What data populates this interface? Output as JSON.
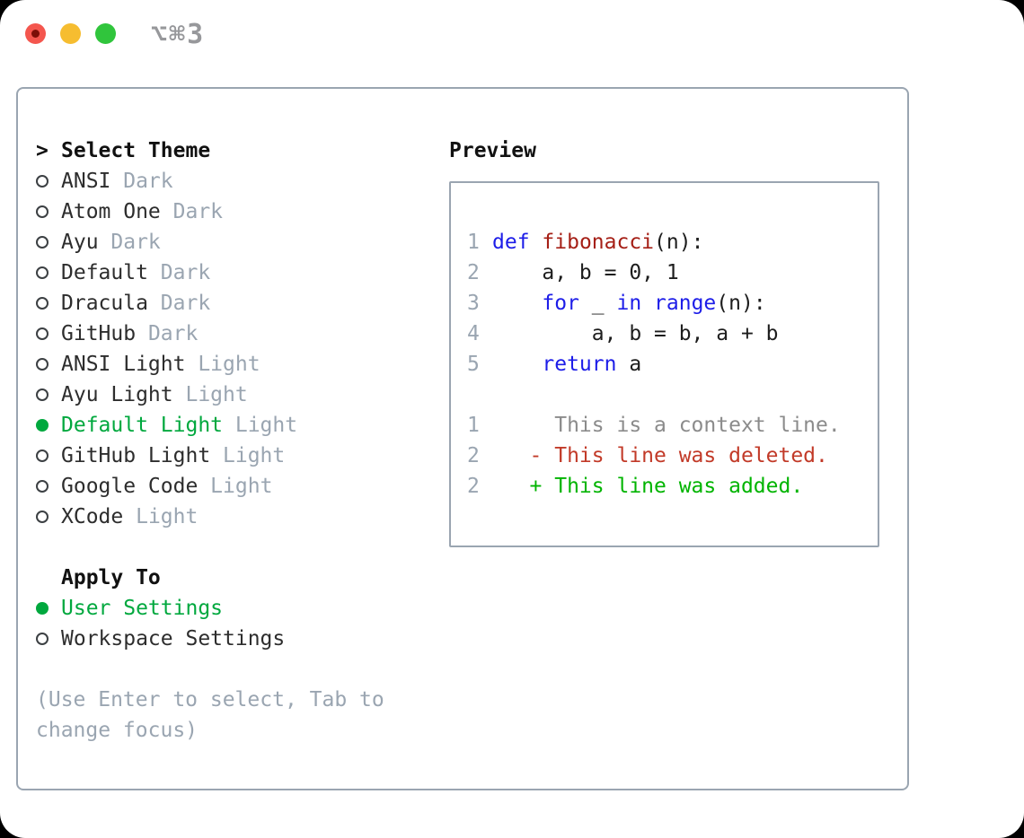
{
  "window": {
    "title": "⌥⌘3"
  },
  "theme_panel": {
    "prompt": ">",
    "title": "Select Theme",
    "items": [
      {
        "name": "ANSI",
        "variant": "Dark",
        "selected": false
      },
      {
        "name": "Atom One",
        "variant": "Dark",
        "selected": false
      },
      {
        "name": "Ayu",
        "variant": "Dark",
        "selected": false
      },
      {
        "name": "Default",
        "variant": "Dark",
        "selected": false
      },
      {
        "name": "Dracula",
        "variant": "Dark",
        "selected": false
      },
      {
        "name": "GitHub",
        "variant": "Dark",
        "selected": false
      },
      {
        "name": "ANSI Light",
        "variant": "Light",
        "selected": false
      },
      {
        "name": "Ayu Light",
        "variant": "Light",
        "selected": false
      },
      {
        "name": "Default Light",
        "variant": "Light",
        "selected": true
      },
      {
        "name": "GitHub Light",
        "variant": "Light",
        "selected": false
      },
      {
        "name": "Google Code",
        "variant": "Light",
        "selected": false
      },
      {
        "name": "XCode",
        "variant": "Light",
        "selected": false
      }
    ],
    "apply_to": {
      "label": "Apply To",
      "options": [
        {
          "name": "User Settings",
          "selected": true
        },
        {
          "name": "Workspace Settings",
          "selected": false
        }
      ]
    },
    "hint": [
      "(Use Enter to select, Tab to",
      "change focus)"
    ]
  },
  "preview": {
    "label": "Preview",
    "code_lines": [
      {
        "num": "1",
        "tokens": [
          {
            "t": "def",
            "c": "kw"
          },
          {
            "t": " ",
            "c": "pl"
          },
          {
            "t": "fibonacci",
            "c": "fn"
          },
          {
            "t": "(n):",
            "c": "pl"
          }
        ]
      },
      {
        "num": "2",
        "tokens": [
          {
            "t": "    a, b = 0, 1",
            "c": "pl"
          }
        ]
      },
      {
        "num": "3",
        "tokens": [
          {
            "t": "    ",
            "c": "pl"
          },
          {
            "t": "for",
            "c": "kw"
          },
          {
            "t": " _ ",
            "c": "pl"
          },
          {
            "t": "in",
            "c": "kw"
          },
          {
            "t": " ",
            "c": "pl"
          },
          {
            "t": "range",
            "c": "kw"
          },
          {
            "t": "(n):",
            "c": "pl"
          }
        ]
      },
      {
        "num": "4",
        "tokens": [
          {
            "t": "        a, b = b, a + b",
            "c": "pl"
          }
        ]
      },
      {
        "num": "5",
        "tokens": [
          {
            "t": "    ",
            "c": "pl"
          },
          {
            "t": "return",
            "c": "kw"
          },
          {
            "t": " a",
            "c": "pl"
          }
        ]
      }
    ],
    "diff_lines": [
      {
        "num": "1",
        "kind": "context",
        "text": "     This is a context line."
      },
      {
        "num": "2",
        "kind": "deleted",
        "text": "   - This line was deleted."
      },
      {
        "num": "2",
        "kind": "added",
        "text": "   + This line was added."
      }
    ]
  },
  "colors": {
    "panel_border": "#9aa5b1",
    "muted_gray": "#9aa5b1",
    "selected_green": "#00a83e",
    "keyword_blue": "#1d1de8",
    "function_red": "#a51f16",
    "code_plain": "#1d1d1d",
    "diff_context": "#8b8b8b",
    "diff_deleted": "#c23a28",
    "diff_added": "#00b400",
    "window_title_gray": "#97989b",
    "traffic_red": "#f4564e",
    "traffic_yellow": "#f6bd30",
    "traffic_green": "#30c53c"
  }
}
